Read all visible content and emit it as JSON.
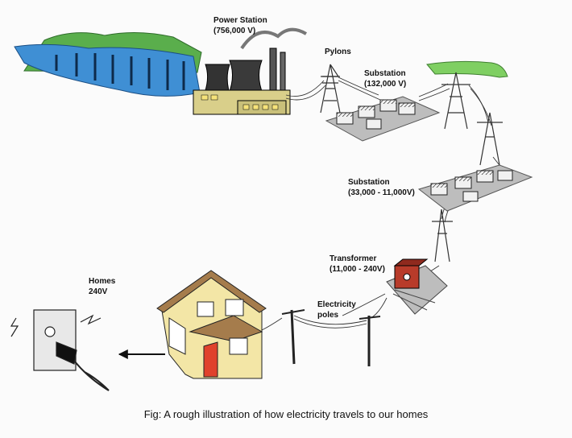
{
  "labels": {
    "power_station_name": "Power Station",
    "power_station_voltage": "(756,000 V)",
    "pylons": "Pylons",
    "substation_1_name": "Substation",
    "substation_1_voltage": "(132,000 V)",
    "substation_2_name": "Substation",
    "substation_2_voltage": "(33,000 - 11,000V)",
    "transformer_name": "Transformer",
    "transformer_voltage": "(11,000 - 240V)",
    "poles_line1": "Electricity",
    "poles_line2": "poles",
    "homes_name": "Homes",
    "homes_voltage": "240V"
  },
  "caption": "Fig: A rough illustration of how electricity travels to our homes",
  "colors": {
    "house_wall": "#f3e6a6",
    "roof": "#a57c4c",
    "door": "#e0412c",
    "water": "#3f8fd4",
    "grass": "#4fa64a",
    "transformer_box": "#b83b2a",
    "ground_pad": "#bdbdbd"
  }
}
